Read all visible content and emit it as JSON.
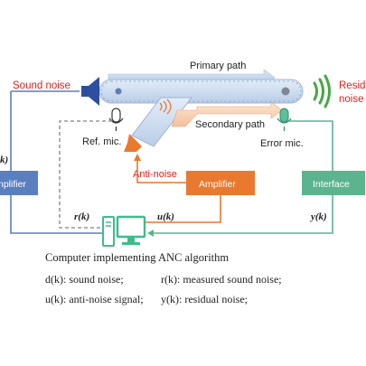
{
  "labels": {
    "sound_noise": "Sound noise",
    "primary_path": "Primary path",
    "residual_noise_line1": "Resid",
    "residual_noise_line2": "noise",
    "ref_mic": "Ref. mic.",
    "anti_noise": "Anti-noise",
    "secondary_path": "Secondary path",
    "error_mic": "Error mic.",
    "d_signal_partial": "k)",
    "amplifier_left_partial": "nplifier",
    "amplifier_center": "Amplifier",
    "interface": "Interface",
    "r_signal": "r(k)",
    "u_signal": "u(k)",
    "y_signal": "y(k)",
    "computer_caption": "Computer implementing ANC algorithm"
  },
  "legend": {
    "row1_left": "d(k): sound noise;",
    "row1_right": "r(k): measured sound noise;",
    "row2_left": "u(k): anti-noise signal;",
    "row2_right": "y(k): residual noise;"
  },
  "colors": {
    "red_text": "#e0201c",
    "blue_line": "#5a7fbf",
    "orange_box": "#e8792e",
    "green_box": "#5bb48d",
    "duct_blue": "#c9d9ee",
    "duct_orange": "#f6c9a3"
  },
  "icons": [
    "speaker-icon",
    "microphone-icon",
    "wave-icon",
    "computer-icon"
  ]
}
